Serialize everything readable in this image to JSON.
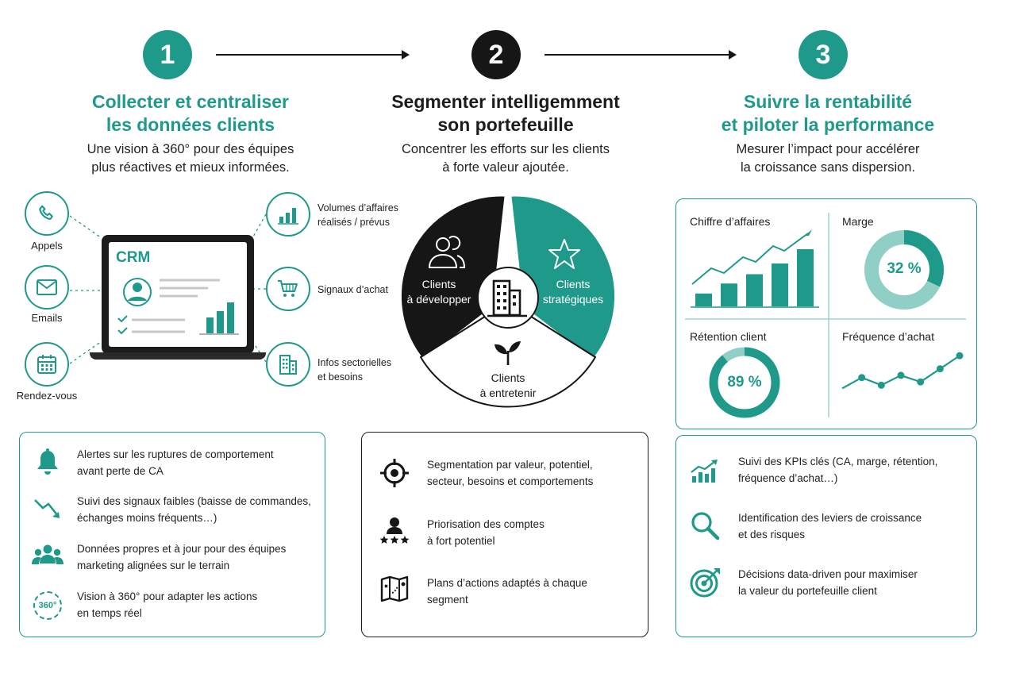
{
  "steps": [
    {
      "number": "1",
      "title_line1": "Collecter et centraliser",
      "title_line2": "les données clients",
      "sub_line1": "Une vision à 360° pour des équipes",
      "sub_line2": "plus réactives et mieux informées."
    },
    {
      "number": "2",
      "title_line1": "Segmenter intelligemment",
      "title_line2": "son portefeuille",
      "sub_line1": "Concentrer les efforts sur les clients",
      "sub_line2": "à forte valeur ajoutée."
    },
    {
      "number": "3",
      "title_line1": "Suivre la rentabilité",
      "title_line2": "et piloter la performance",
      "sub_line1": "Mesurer l’impact pour accélérer",
      "sub_line2": "la croissance sans dispersion."
    }
  ],
  "crm": {
    "label": "CRM",
    "sources": [
      {
        "icon": "phone-icon",
        "label": "Appels"
      },
      {
        "icon": "mail-icon",
        "label": "Emails"
      },
      {
        "icon": "calendar-icon",
        "label": "Rendez-vous"
      }
    ],
    "signals": [
      {
        "icon": "bar-chart-icon",
        "line1": "Volumes d’affaires",
        "line2": "réalisés / prévus"
      },
      {
        "icon": "cart-icon",
        "line1": "Signaux d’achat",
        "line2": ""
      },
      {
        "icon": "building-icon",
        "line1": "Infos sectorielles",
        "line2": "et besoins"
      }
    ]
  },
  "segments": {
    "develop": {
      "line1": "Clients",
      "line2": "à développer"
    },
    "strategic": {
      "line1": "Clients",
      "line2": "stratégiques"
    },
    "maintain": {
      "line1": "Clients",
      "line2": "à entretenir"
    }
  },
  "kpis": {
    "revenue": {
      "title": "Chiffre d’affaires",
      "bars": [
        0.18,
        0.32,
        0.45,
        0.6,
        0.8
      ]
    },
    "margin": {
      "title": "Marge",
      "value_text": "32 %",
      "value": 32
    },
    "retention": {
      "title": "Rétention client",
      "value_text": "89 %",
      "value": 89
    },
    "frequency": {
      "title": "Fréquence d’achat",
      "points": [
        1.2,
        2.2,
        1.5,
        2.4,
        1.8,
        3.0,
        4.2
      ]
    }
  },
  "lists": {
    "col1": [
      {
        "icon": "bell-icon",
        "line1": "Alertes sur les ruptures de comportement",
        "line2": "avant perte de CA"
      },
      {
        "icon": "trend-down-icon",
        "line1": "Suivi des signaux faibles (baisse de commandes,",
        "line2": "échanges moins fréquents…)"
      },
      {
        "icon": "team-icon",
        "line1": "Données propres et à jour pour des équipes",
        "line2": "marketing alignées sur le terrain"
      },
      {
        "icon": "360-icon",
        "icon_text": "360°",
        "line1": "Vision à 360° pour adapter les actions",
        "line2": "en temps réel"
      }
    ],
    "col2": [
      {
        "icon": "target-icon",
        "line1": "Segmentation par valeur, potentiel,",
        "line2": "secteur, besoins et comportements"
      },
      {
        "icon": "star-user-icon",
        "line1": "Priorisation des comptes",
        "line2": "à fort potentiel"
      },
      {
        "icon": "map-icon",
        "line1": "Plans d’actions adaptés à chaque",
        "line2": "segment"
      }
    ],
    "col3": [
      {
        "icon": "growth-chart-icon",
        "line1": "Suivi des KPIs clés (CA, marge, rétention,",
        "line2": "fréquence d’achat…)"
      },
      {
        "icon": "magnifier-icon",
        "line1": "Identification des leviers de croissance",
        "line2": "et des risques"
      },
      {
        "icon": "bullseye-icon",
        "line1": "Décisions data-driven pour maximiser",
        "line2": "la valeur du portefeuille client"
      }
    ]
  },
  "colors": {
    "teal": "#1f9a8a",
    "teal_light": "#8fcfc6",
    "dark": "#161616"
  }
}
